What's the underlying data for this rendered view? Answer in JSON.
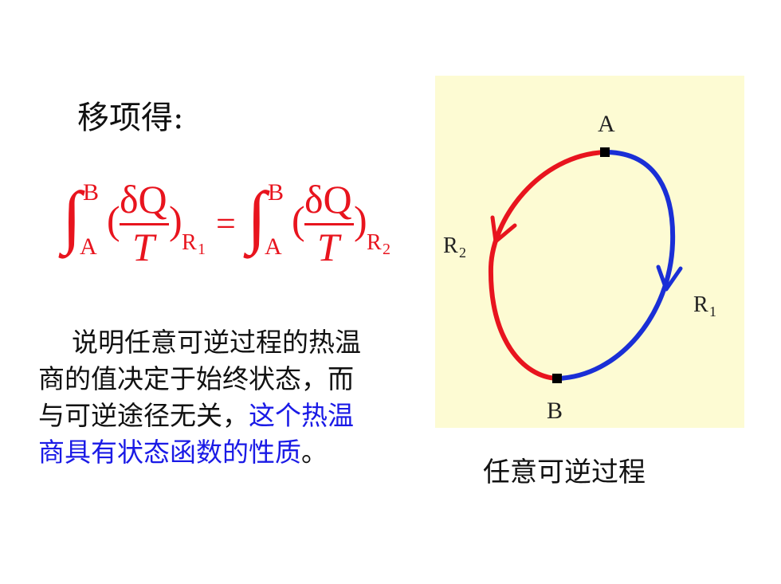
{
  "heading": "移项得:",
  "formula": {
    "lower_limit": "A",
    "upper_limit": "B",
    "numerator": "δQ",
    "denominator": "T",
    "left_subscript": "R",
    "left_subscript_index": "1",
    "equals": "=",
    "right_subscript": "R",
    "right_subscript_index": "2",
    "integral_symbol": "∫",
    "open_paren": "(",
    "close_paren": ")"
  },
  "paragraph": {
    "line1": "说明任意可逆过程的热温",
    "line2": "商的值决定于始终状态，而",
    "line3_black": "与可逆途径无关，",
    "line3_blue": "这个热温",
    "line4_blue": "商具有状态函数的性质",
    "line4_end": "。"
  },
  "diagram": {
    "point_a": "A",
    "point_b": "B",
    "path_r1": "R",
    "path_r1_index": "1",
    "path_r2": "R",
    "path_r2_index": "2",
    "colors": {
      "background": "#fdfbd3",
      "r1": "#1a2fd6",
      "r2": "#e8141e",
      "point": "#000000"
    }
  },
  "caption": "任意可逆过程"
}
